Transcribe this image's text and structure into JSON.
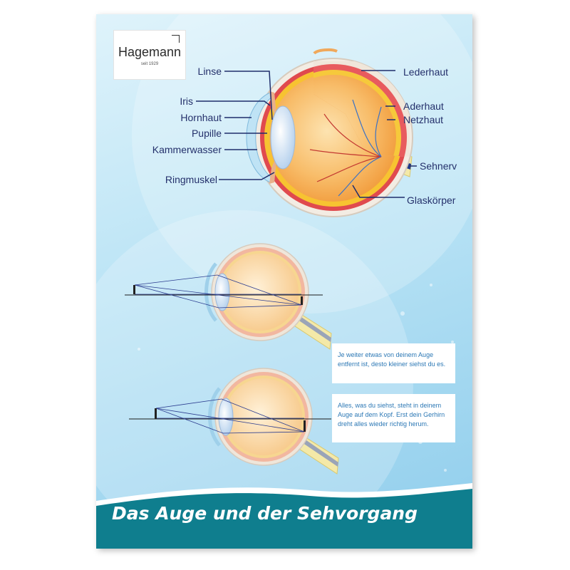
{
  "logo": {
    "name": "Hagemann",
    "since": "seit 1929"
  },
  "labels": {
    "linse": "Linse",
    "iris": "Iris",
    "hornhaut": "Hornhaut",
    "pupille": "Pupille",
    "kammerwasser": "Kammerwasser",
    "ringmuskel": "Ringmuskel",
    "lederhaut": "Lederhaut",
    "aderhaut": "Aderhaut",
    "netzhaut": "Netzhaut",
    "sehnerv": "Sehnerv",
    "glaskoerper": "Glaskörper"
  },
  "notes": [
    "Je weiter etwas von deinem Auge entfernt ist, desto kleiner siehst du es.",
    "Alles, was du siehst, steht in deinem Auge auf dem Kopf. Erst dein Gerhirn dreht alles wieder richtig herum."
  ],
  "title": "Das Auge und der Sehvorgang",
  "colors": {
    "label": "#24306b",
    "banner": "#0f7e8e",
    "note_text": "#2c78b5",
    "sclera": "#f3ece3",
    "choroid": "#e04a4e",
    "retina": "#f7c331"
  }
}
